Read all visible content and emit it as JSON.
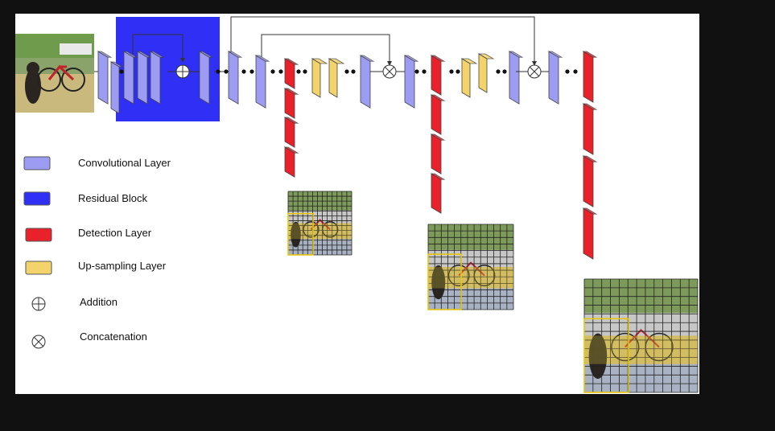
{
  "legend": [
    {
      "label": "Convolutional Layer",
      "symbol": "conv-layer-swatch",
      "color": "#9c9cf2"
    },
    {
      "label": "Residual Block",
      "symbol": "residual-block-swatch",
      "color": "#2f2ff5"
    },
    {
      "label": "Detection Layer",
      "symbol": "detection-layer-swatch",
      "color": "#e8212b"
    },
    {
      "label": "Up-sampling Layer",
      "symbol": "upsampling-layer-swatch",
      "color": "#f4d36b"
    },
    {
      "label": "Addition",
      "symbol": "addition-icon"
    },
    {
      "label": "Concatenation",
      "symbol": "concatenation-icon"
    }
  ],
  "colors": {
    "conv": "#9c9cf2",
    "residual": "#2f2ff5",
    "detection": "#e8212b",
    "upsample": "#f4d36b",
    "grid_box": "#e8c500"
  },
  "scales": [
    {
      "name": "scale-1",
      "grid": 13
    },
    {
      "name": "scale-2",
      "grid": 13
    },
    {
      "name": "scale-3",
      "grid": 13
    }
  ]
}
